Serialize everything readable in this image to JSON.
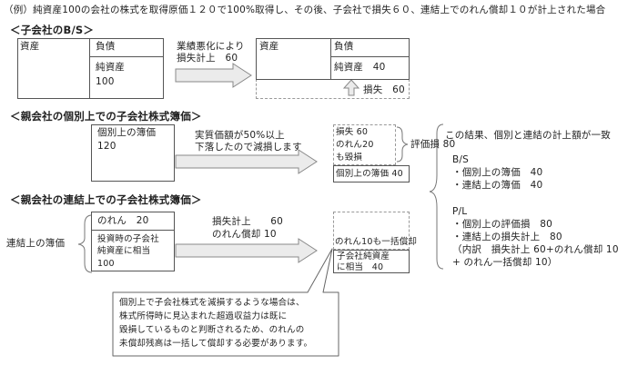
{
  "title": "（例）純資産100の会社の株式を取得原価１２０で100%取得し、その後、子会社で損失６０、連結上でのれん償却１０が計上された場合",
  "sections": {
    "subsidiary_bs": {
      "heading": "＜子会社のB/S＞",
      "before": {
        "assets": "資産",
        "liabilities": "負債",
        "net_assets_label": "純資産",
        "net_assets_value": "100"
      },
      "arrow_text": [
        "業績悪化により",
        "損失計上　60"
      ],
      "after": {
        "assets": "資産",
        "liabilities": "負債",
        "net_assets": "純資産　40"
      },
      "loss_label": "損失　60"
    },
    "parent_individual": {
      "heading": "＜親会社の個別上での子会社株式簿価＞",
      "book_label": "個別上の簿価",
      "book_value": "120",
      "arrow_text": [
        "実質価額が50%以上",
        "下落したので減損します"
      ],
      "impairment_items": [
        "損失 60",
        "のれん20",
        "も毀損"
      ],
      "impairment_total": "評価損 80",
      "book_after": "個別上の簿価 40"
    },
    "parent_consolidated": {
      "heading": "＜親会社の連結上での子会社株式簿価＞",
      "side_label": "連結上の簿価",
      "goodwill": "のれん　20",
      "equity_text": [
        "投資時の子会社",
        "純資産に相当",
        "100"
      ],
      "arrow_text": [
        "損失計上　　60",
        "のれん償却 10"
      ],
      "writeoff": "のれん10も一括償却",
      "equity_after": [
        "子会社純資産",
        "に相当　40"
      ]
    },
    "result": {
      "intro": "この結果、個別と連結の計上額が一致",
      "bs_heading": "B/S",
      "bs_lines": [
        "・個別上の簿価　40",
        "・連結上の簿価　40"
      ],
      "pl_heading": "P/L",
      "pl_lines": [
        "・個別上の評価損　80",
        "・連結上の損失計上　80",
        "（内訳　損失計上 60+のれん償却 10",
        "+ のれん一括償却 10）"
      ]
    },
    "callout": {
      "lines": [
        "個別上で子会社株式を減損するような場合は、",
        "株式所得時に見込まれた超過収益力は既に",
        "毀損しているものと判断されるため、のれんの",
        "未償却残高は一括して償却する必要があります。"
      ]
    }
  }
}
